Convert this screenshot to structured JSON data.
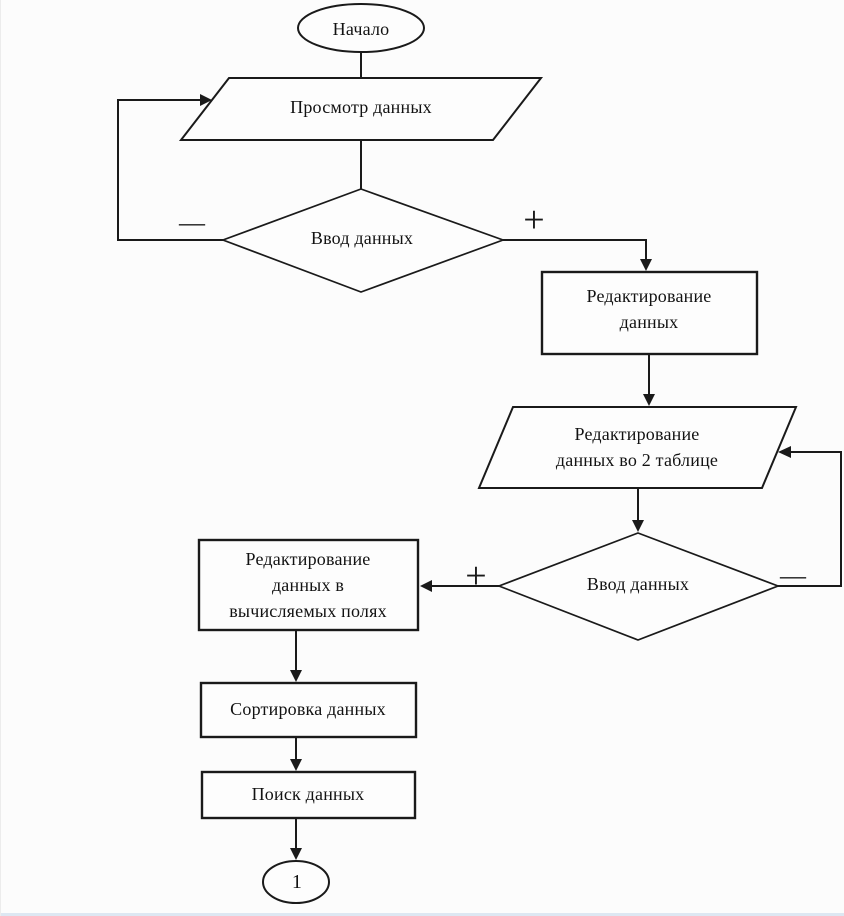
{
  "flowchart": {
    "language": "ru",
    "nodes": {
      "start": {
        "shape": "terminator-ellipse",
        "label": "Начало"
      },
      "view_data": {
        "shape": "io-parallelogram",
        "label": "Просмотр данных"
      },
      "decision_input_1": {
        "shape": "decision-diamond",
        "label": "Ввод данных"
      },
      "edit_data": {
        "shape": "process-rect",
        "label": "Редактирование\nданных"
      },
      "edit_data_table2": {
        "shape": "io-parallelogram",
        "label": "Редактирование\nданных во 2 таблице"
      },
      "decision_input_2": {
        "shape": "decision-diamond",
        "label": "Ввод данных"
      },
      "edit_calc_fields": {
        "shape": "process-rect",
        "label": "Редактирование\nданных в\nвычисляемых полях"
      },
      "sort_data": {
        "shape": "process-rect",
        "label": "Сортировка данных"
      },
      "search_data": {
        "shape": "process-rect",
        "label": "Поиск данных"
      },
      "end_connector": {
        "shape": "connector-circle",
        "label": "1"
      }
    },
    "branches": {
      "decision1_no_label": "—",
      "decision1_yes_label": "+",
      "decision2_yes_label": "+",
      "decision2_no_label": "—"
    },
    "colors": {
      "stroke": "#1a1a1a",
      "shape_fill": "#fdfdfd",
      "background": "#fcfcfc",
      "bottom_edge": "#dde7f2"
    }
  }
}
